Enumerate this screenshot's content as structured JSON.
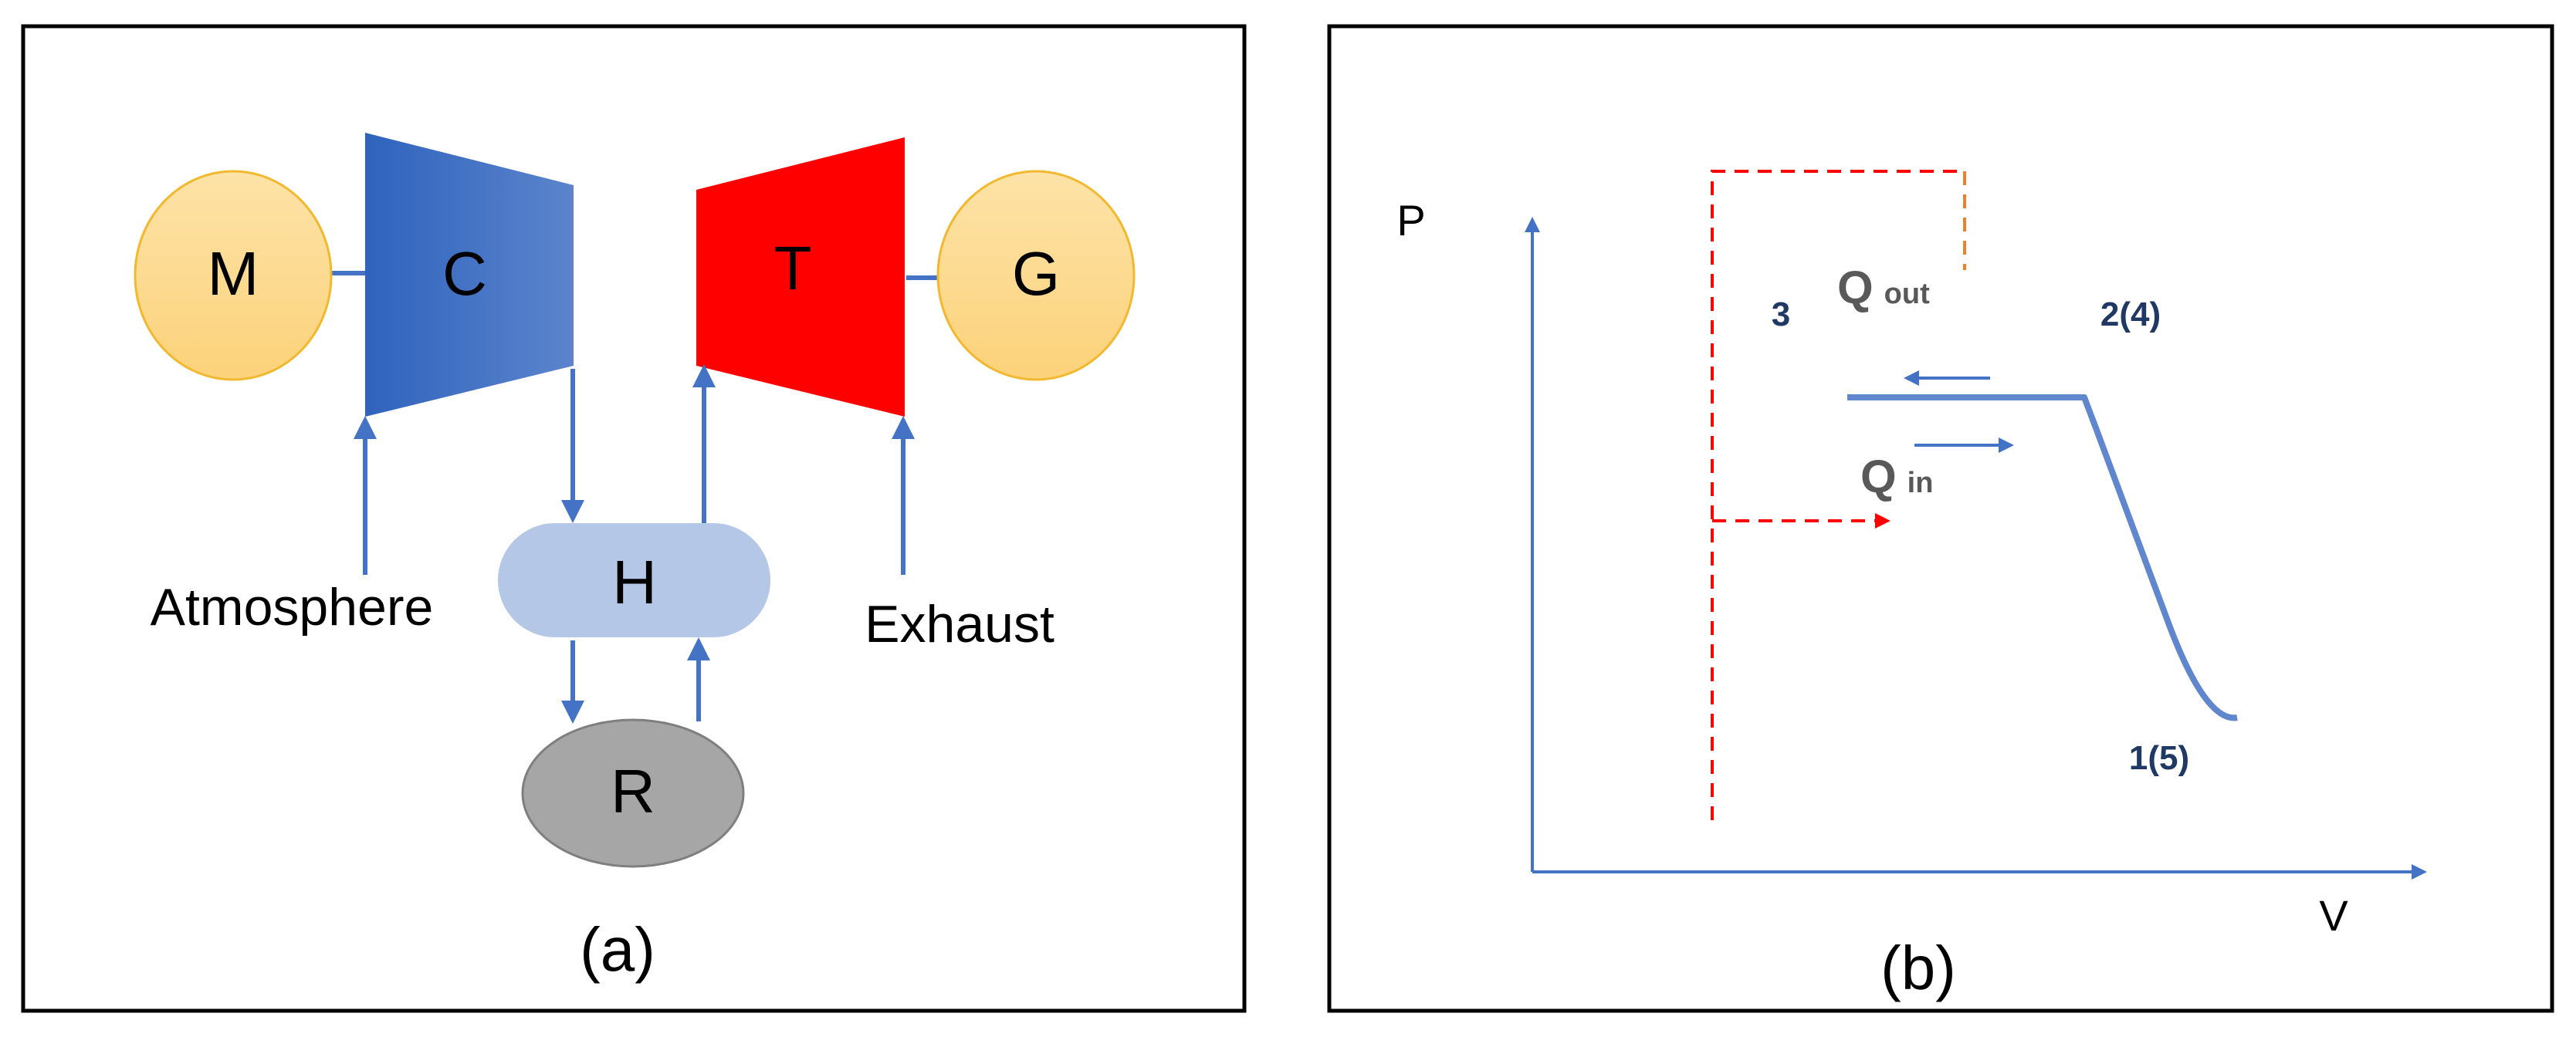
{
  "panel_a": {
    "components": {
      "motor": "M",
      "compressor": "C",
      "turbine": "T",
      "generator": "G",
      "heat_exchanger": "H",
      "reservoir": "R"
    },
    "labels": {
      "inlet": "Atmosphere",
      "outlet": "Exhaust"
    },
    "caption": "(a)"
  },
  "panel_b": {
    "axis_y": "P",
    "axis_x": "V",
    "points": {
      "p3": "3",
      "p24": "2(4)",
      "p15": "1(5)"
    },
    "q_out": {
      "main": "Q",
      "sub": "out"
    },
    "q_in": {
      "main": "Q",
      "sub": "in"
    },
    "caption": "(b)"
  },
  "colors": {
    "compressor_dark": "#2f63bd",
    "compressor_light": "#5b84cc",
    "turbine": "#ff0000",
    "machine_fill": "#fdd587",
    "machine_stroke": "#f2b830",
    "heat_exchanger": "#b4c7e7",
    "reservoir": "#a6a6a6",
    "line_blue": "#4472c4",
    "dash_red": "#ff0000",
    "dash_orange": "#ed7d31",
    "point_label": "#1f3864",
    "q_label": "#595959"
  }
}
